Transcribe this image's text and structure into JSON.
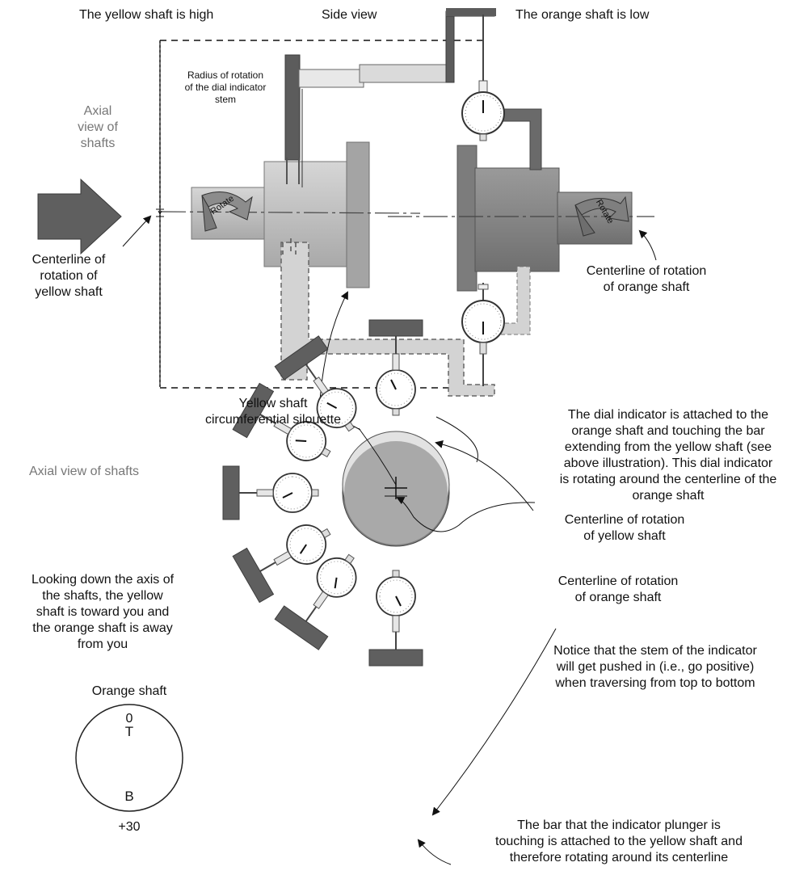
{
  "side_view": {
    "title_left": "The yellow shaft is high",
    "title_center": "Side view",
    "title_right": "The orange shaft is low",
    "radius_note": [
      "Radius of rotation",
      "of the dial indicator",
      "stem"
    ],
    "axial_view_note": [
      "Axial",
      "view of",
      "shafts"
    ],
    "rotate_label": "Rotate",
    "yellow_centerline": [
      "Centerline of",
      "rotation of",
      "yellow shaft"
    ],
    "orange_centerline": [
      "Centerline of rotation",
      "of orange shaft"
    ],
    "silhouette": [
      "Yellow shaft",
      "circumferential silouette"
    ]
  },
  "axial_view": {
    "heading": "Axial view of shafts",
    "dial_note": [
      "The dial indicator is attached to the",
      "orange shaft and touching the bar",
      "extending from the yellow shaft (see",
      "above illustration). This dial indicator",
      "is rotating around the centerline of the",
      "orange shaft"
    ],
    "yellow_centerline": [
      "Centerline of rotation",
      "of yellow shaft"
    ],
    "orange_centerline": [
      "Centerline of rotation",
      "of orange shaft"
    ],
    "looking_note": [
      "Looking down the axis of",
      "the shafts, the yellow",
      "shaft is toward you and",
      "the orange shaft is away",
      "from you"
    ],
    "stem_note": [
      "Notice that the stem of the indicator",
      "will get pushed in (i.e., go positive)",
      "when traversing from top to bottom"
    ],
    "bar_note": [
      "The bar that the indicator plunger is",
      "touching is attached to the yellow shaft and",
      "therefore rotating around its centerline"
    ]
  },
  "readings": {
    "title": "Orange shaft",
    "top_value": "0",
    "top_letter": "T",
    "bottom_letter": "B",
    "bottom_value": "+30"
  },
  "colors": {
    "dark": "#5f5f5f",
    "mid": "#a8a8a8",
    "light": "#d0d0d0",
    "yellow_shaft": "#c2c2c2",
    "orange_shaft": "#8f8f8f"
  }
}
